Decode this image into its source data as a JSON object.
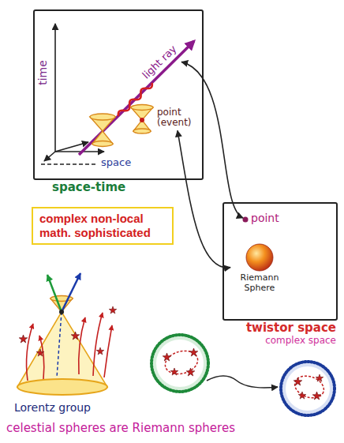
{
  "diagram": {
    "nodes": [
      {
        "text": [
          "space-time"
        ]
      },
      {
        "text": [
          "light ray"
        ],
        "in": 0
      },
      {
        "text": [
          "point (event)"
        ],
        "in": 0
      },
      {
        "text": [
          "twistor space",
          "complex space"
        ]
      },
      {
        "text": [
          "point"
        ],
        "in": 3
      },
      {
        "text": [
          "Riemann Sphere"
        ],
        "in": 3
      },
      {
        "text": [
          "complex non-local math. sophisticated"
        ]
      }
    ],
    "edges": [
      {
        "from": 1,
        "to": 4,
        "arrow": "both"
      },
      {
        "from": 2,
        "to": 5,
        "arrow": "both"
      }
    ],
    "labels": [
      "time",
      "space",
      "Lorentz group",
      "celestial spheres are Riemann spheres"
    ]
  }
}
